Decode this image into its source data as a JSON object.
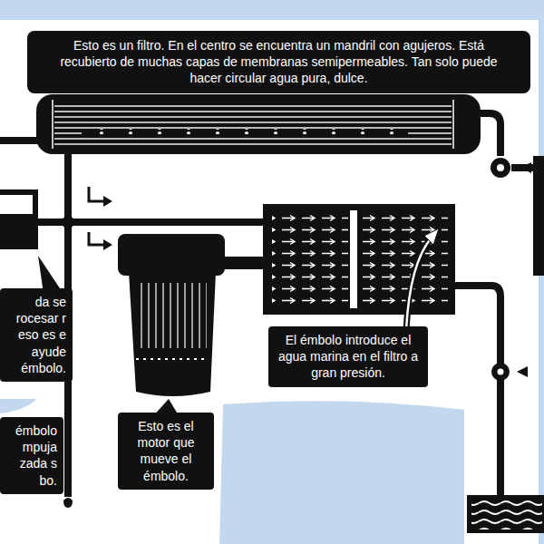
{
  "diagram": {
    "nodes": [
      {
        "text": [
          "Esto es un filtro. En el centro se encuentra un mandril con agujeros. Está recubierto de muchas capas de membranas semipermeables. Tan solo puede hacer circular agua pura, dulce."
        ]
      },
      {
        "text": [
          "da se rocesar r eso es e ayude émbolo."
        ]
      },
      {
        "text": [
          "El émbolo introduce el agua marina en el filtro a gran presión."
        ]
      },
      {
        "text": [
          "émbolo mpuja zada s bo."
        ]
      },
      {
        "text": [
          "Esto es el motor que mueve el émbolo."
        ]
      }
    ]
  }
}
